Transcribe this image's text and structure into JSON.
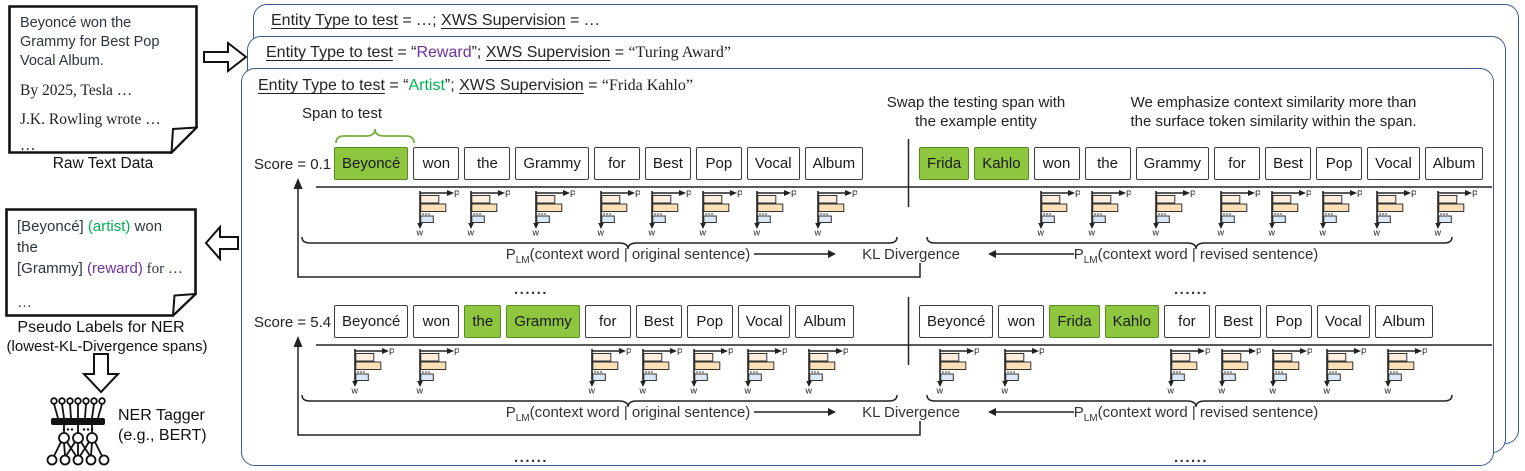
{
  "palette": {
    "card_border": "#3c5a8e",
    "highlight_green_fill": "#8ec63f",
    "highlight_green_border": "#568c1e",
    "artist_green": "#00b050",
    "reward_purple": "#7030a0",
    "bar_orange_light": "#fdeedd",
    "bar_orange": "#fbdfb6",
    "bar_blue": "#dce9f6"
  },
  "left_panel": {
    "raw_text_box": {
      "line1": "Beyoncé won the Grammy for Best Pop Vocal Album.",
      "line2": "By 2025, Tesla …",
      "line3": "J.K. Rowling wrote …",
      "line4": "…",
      "caption": "Raw Text Data"
    },
    "pseudo_box": {
      "lines": [
        [
          {
            "t": "[Beyoncé] "
          },
          {
            "t": "(artist)",
            "c": "green"
          },
          {
            "t": " won the"
          }
        ],
        [
          {
            "t": "[Grammy] "
          },
          {
            "t": "(reward)",
            "c": "purple"
          },
          {
            "t": " for …",
            "serif": true
          }
        ],
        [
          {
            "t": "…"
          }
        ]
      ],
      "caption1": "Pseudo Labels for NER",
      "caption2": "(lowest-KL-Divergence spans)"
    },
    "ner_tagger": {
      "label1": "NER Tagger",
      "label2": "(e.g., BERT)"
    }
  },
  "cards": [
    {
      "segments": [
        {
          "t": "Entity Type to test",
          "u": true
        },
        {
          "t": " =  "
        },
        {
          "t": "…",
          "serif": true
        },
        {
          "t": "; "
        },
        {
          "t": "XWS Supervision",
          "u": true
        },
        {
          "t": " = "
        },
        {
          "t": "…",
          "serif": true
        }
      ]
    },
    {
      "segments": [
        {
          "t": "Entity Type to test",
          "u": true
        },
        {
          "t": " = “"
        },
        {
          "t": "Reward",
          "c": "purple"
        },
        {
          "t": "”; "
        },
        {
          "t": "XWS Supervision",
          "u": true
        },
        {
          "t": " = "
        },
        {
          "t": "“Turing Award”",
          "serif": true
        }
      ]
    },
    {
      "segments": [
        {
          "t": "Entity Type to test",
          "u": true
        },
        {
          "t": " = “"
        },
        {
          "t": "Artist",
          "c": "green"
        },
        {
          "t": "”; "
        },
        {
          "t": "XWS Supervision",
          "u": true
        },
        {
          "t": " = "
        },
        {
          "t": "“Frida Kahlo”",
          "serif": true
        }
      ]
    }
  ],
  "annotations": {
    "span_to_test": "Span to test",
    "swap_line1": "Swap  the testing span with",
    "swap_line2": "the example entity",
    "emph_line1": "We emphasize context similarity more than",
    "emph_line2": "the surface token similarity within the span."
  },
  "bar_icon": {
    "top_label": "P",
    "bottom_label": "w"
  },
  "rows": [
    {
      "score": "Score = 0.1",
      "left_tokens": [
        {
          "t": "Beyoncé",
          "hl": true
        },
        {
          "t": "won",
          "bar": true
        },
        {
          "t": "the",
          "bar": true
        },
        {
          "t": "Grammy",
          "bar": true
        },
        {
          "t": "for",
          "bar": true
        },
        {
          "t": "Best",
          "bar": true
        },
        {
          "t": "Pop",
          "bar": true
        },
        {
          "t": "Vocal",
          "bar": true
        },
        {
          "t": "Album",
          "bar": true
        }
      ],
      "right_tokens": [
        {
          "t": "Frida",
          "hl": true
        },
        {
          "t": "Kahlo",
          "hl": true
        },
        {
          "t": "won",
          "bar": true
        },
        {
          "t": "the",
          "bar": true
        },
        {
          "t": "Grammy",
          "bar": true
        },
        {
          "t": "for",
          "bar": true
        },
        {
          "t": "Best",
          "bar": true
        },
        {
          "t": "Pop",
          "bar": true
        },
        {
          "t": "Vocal",
          "bar": true
        },
        {
          "t": "Album",
          "bar": true
        }
      ],
      "plm_left": {
        "p": "P",
        "sub": "LM",
        "rest": "(context word | original sentence)"
      },
      "kl": "KL Divergence",
      "plm_right": {
        "p": "P",
        "sub": "LM",
        "rest": "(context word | revised sentence)"
      },
      "dots": "......"
    },
    {
      "score": "Score = 5.4",
      "left_tokens": [
        {
          "t": "Beyoncé",
          "bar": true
        },
        {
          "t": "won",
          "bar": true
        },
        {
          "t": "the",
          "hl": true
        },
        {
          "t": "Grammy",
          "hl": true
        },
        {
          "t": "for",
          "bar": true
        },
        {
          "t": "Best",
          "bar": true
        },
        {
          "t": "Pop",
          "bar": true
        },
        {
          "t": "Vocal",
          "bar": true
        },
        {
          "t": "Album",
          "bar": true
        }
      ],
      "right_tokens": [
        {
          "t": "Beyoncé",
          "bar": true
        },
        {
          "t": "won",
          "bar": true
        },
        {
          "t": "Frida",
          "hl": true
        },
        {
          "t": "Kahlo",
          "hl": true
        },
        {
          "t": "for",
          "bar": true
        },
        {
          "t": "Best",
          "bar": true
        },
        {
          "t": "Pop",
          "bar": true
        },
        {
          "t": "Vocal",
          "bar": true
        },
        {
          "t": "Album",
          "bar": true
        }
      ],
      "plm_left": {
        "p": "P",
        "sub": "LM",
        "rest": "(context word | original sentence)"
      },
      "kl": "KL Divergence",
      "plm_right": {
        "p": "P",
        "sub": "LM",
        "rest": "(context word | revised sentence)"
      },
      "dots": "......"
    }
  ]
}
